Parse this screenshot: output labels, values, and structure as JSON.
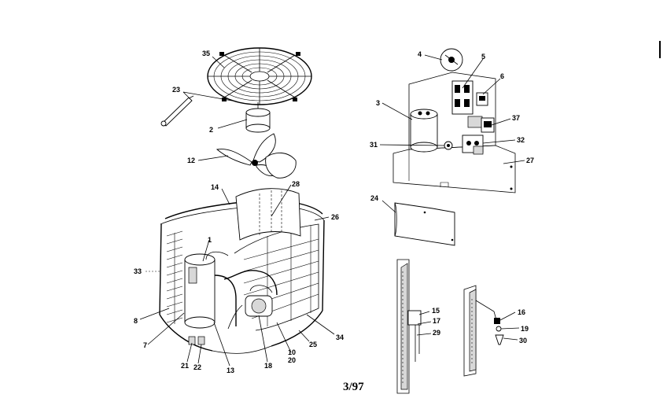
{
  "page_label": "3/97",
  "callouts": [
    {
      "id": "c1",
      "text": "1"
    },
    {
      "id": "c2",
      "text": "2"
    },
    {
      "id": "c3",
      "text": "3"
    },
    {
      "id": "c4",
      "text": "4"
    },
    {
      "id": "c5",
      "text": "5"
    },
    {
      "id": "c6",
      "text": "6"
    },
    {
      "id": "c7",
      "text": "7"
    },
    {
      "id": "c8",
      "text": "8"
    },
    {
      "id": "c10",
      "text": "10"
    },
    {
      "id": "c12",
      "text": "12"
    },
    {
      "id": "c13",
      "text": "13"
    },
    {
      "id": "c14",
      "text": "14"
    },
    {
      "id": "c15",
      "text": "15"
    },
    {
      "id": "c16",
      "text": "16"
    },
    {
      "id": "c17",
      "text": "17"
    },
    {
      "id": "c18",
      "text": "18"
    },
    {
      "id": "c19",
      "text": "19"
    },
    {
      "id": "c20",
      "text": "20"
    },
    {
      "id": "c21",
      "text": "21"
    },
    {
      "id": "c22",
      "text": "22"
    },
    {
      "id": "c23",
      "text": "23"
    },
    {
      "id": "c24",
      "text": "24"
    },
    {
      "id": "c25",
      "text": "25"
    },
    {
      "id": "c26",
      "text": "26"
    },
    {
      "id": "c27",
      "text": "27"
    },
    {
      "id": "c28",
      "text": "28"
    },
    {
      "id": "c29",
      "text": "29"
    },
    {
      "id": "c30",
      "text": "30"
    },
    {
      "id": "c31",
      "text": "31"
    },
    {
      "id": "c32",
      "text": "32"
    },
    {
      "id": "c33",
      "text": "33"
    },
    {
      "id": "c34",
      "text": "34"
    },
    {
      "id": "c35",
      "text": "35"
    },
    {
      "id": "c37",
      "text": "37"
    }
  ]
}
